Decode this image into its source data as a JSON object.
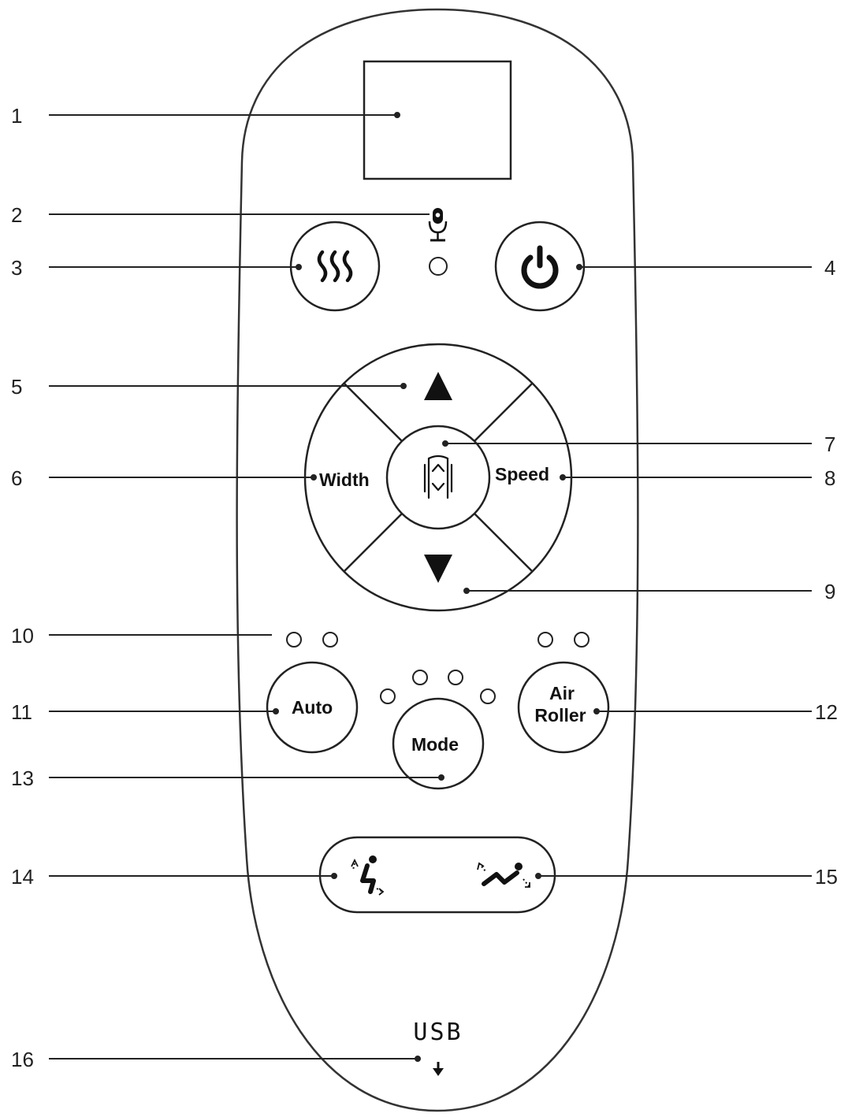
{
  "callouts": [
    "1",
    "2",
    "3",
    "4",
    "5",
    "6",
    "7",
    "8",
    "9",
    "10",
    "11",
    "12",
    "13",
    "14",
    "15",
    "16"
  ],
  "buttons": {
    "width": "Width",
    "speed": "Speed",
    "auto": "Auto",
    "air_roller": [
      "Air",
      "Roller"
    ],
    "mode": "Mode"
  },
  "usb_label": "USB",
  "icons": {
    "screen": "display-screen",
    "microphone": "microphone-icon",
    "heat": "heat-waves-icon",
    "power": "power-icon",
    "up": "triangle-up-icon",
    "down": "triangle-down-icon",
    "center": "roller-position-icon",
    "upright": "chair-upright-icon",
    "recline": "chair-recline-icon",
    "usb_arrow": "arrow-down-icon"
  },
  "colors": {
    "stroke": "#222222",
    "fill": "#111111",
    "background": "#ffffff"
  }
}
